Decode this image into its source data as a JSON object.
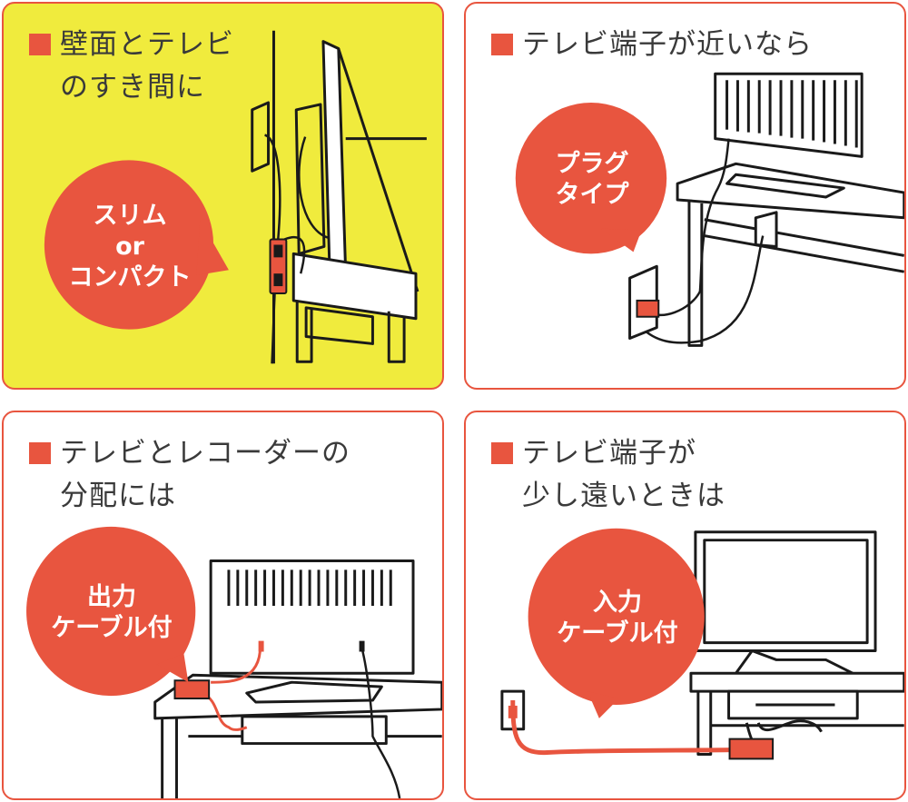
{
  "panels": [
    {
      "title": [
        "壁面とテレビ",
        "のすき間に"
      ],
      "bubble": [
        "スリム",
        "or",
        "コンパクト"
      ]
    },
    {
      "title": [
        "テレビ端子が近いなら"
      ],
      "bubble": [
        "プラグ",
        "タイプ"
      ]
    },
    {
      "title": [
        "テレビとレコーダーの",
        "分配には"
      ],
      "bubble": [
        "出力",
        "ケーブル付"
      ]
    },
    {
      "title": [
        "テレビ端子が",
        "少し遠いときは"
      ],
      "bubble": [
        "入力",
        "ケーブル付"
      ]
    }
  ],
  "colors": {
    "accent": "#e8553f",
    "highlight": "#f0eb3d",
    "ink": "#1a1a1a",
    "text": "#3a3a3a"
  }
}
